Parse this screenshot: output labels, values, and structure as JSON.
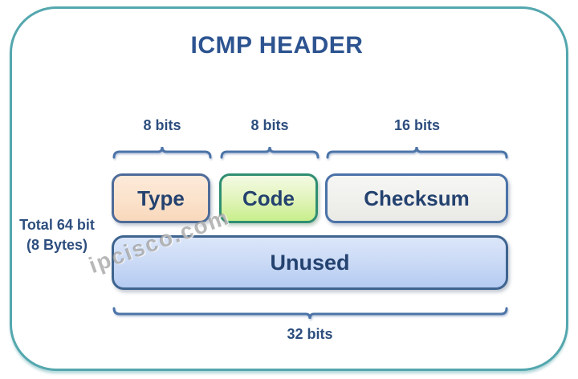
{
  "diagram": {
    "title": "ICMP HEADER",
    "watermark": "ipcisco.com",
    "total_label": {
      "line1": "Total 64 bit",
      "line2": "(8 Bytes)"
    },
    "row1": {
      "fields": [
        {
          "label": "Type",
          "bits": "8 bits"
        },
        {
          "label": "Code",
          "bits": "8 bits"
        },
        {
          "label": "Checksum",
          "bits": "16 bits"
        }
      ]
    },
    "row2": {
      "fields": [
        {
          "label": "Unused",
          "bits": "32 bits"
        }
      ]
    }
  },
  "colors": {
    "frame_border": "#54a7ae",
    "title_text": "#2d5490",
    "label_text": "#2d4e7e",
    "field_text": "#24426f",
    "brace": "#4c74a8",
    "type_fill": "#f9ddc4",
    "type_border": "#4d6b99",
    "code_fill": "#d5f0a0",
    "code_border": "#2f8e72",
    "checksum_fill": "#efefec",
    "checksum_border": "#4a72a8",
    "unused_fill": "#c3d5f5",
    "unused_border": "#3e648f",
    "watermark_text": "#7d7d7d"
  }
}
